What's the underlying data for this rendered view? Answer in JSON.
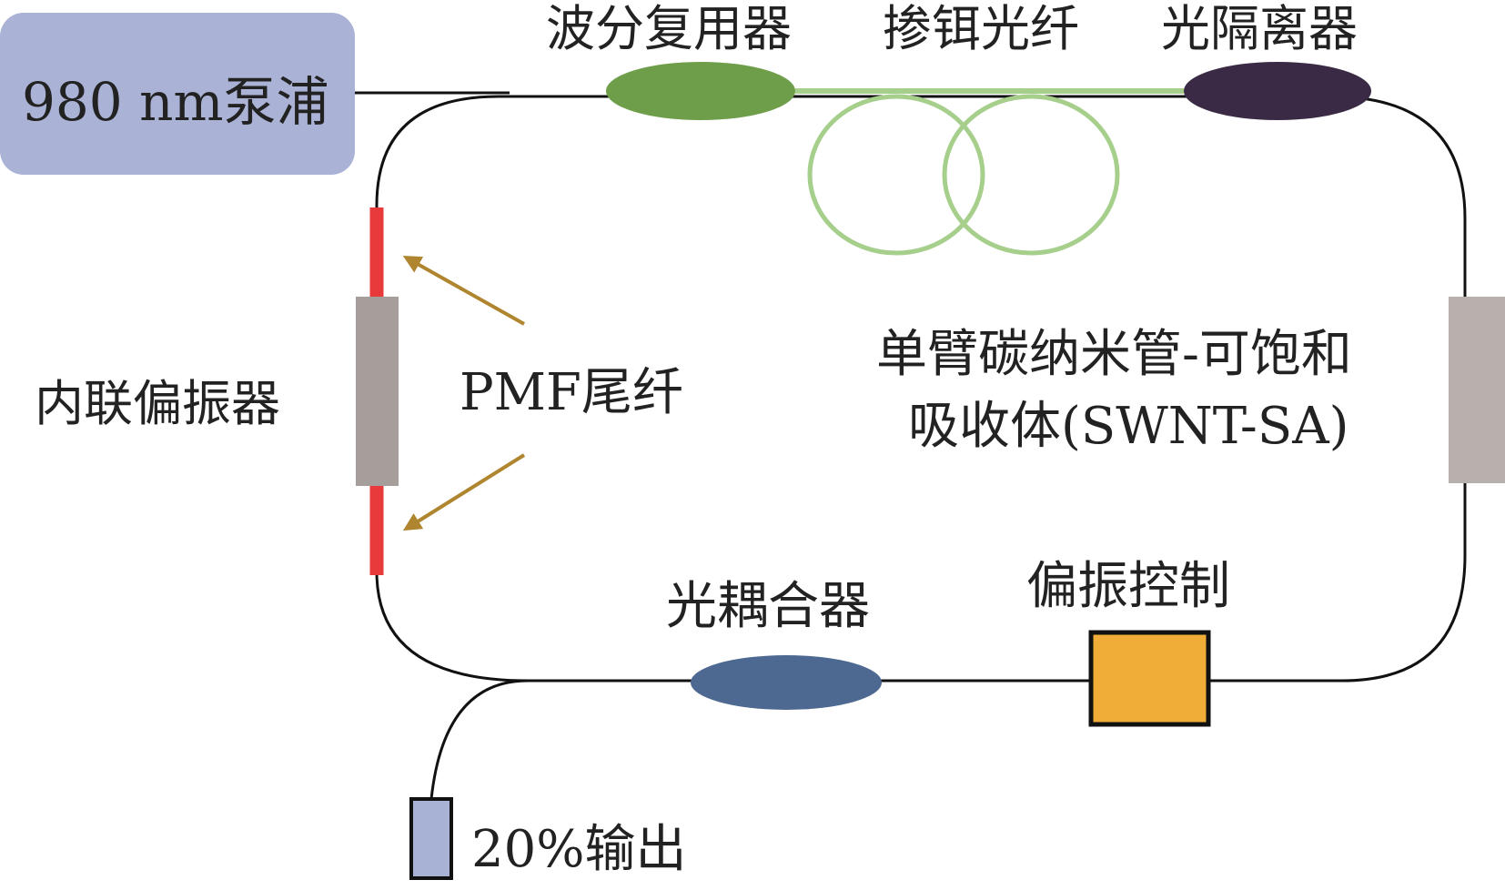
{
  "labels": {
    "pump": "980 nm泵浦",
    "wdm": "波分复用器",
    "edf": "掺铒光纤",
    "isolator": "光隔离器",
    "inline_polarizer": "内联偏振器",
    "pmf_pigtail": "PMF尾纤",
    "swnt_sa_line1": "单臂碳纳米管-可饱和",
    "swnt_sa_line2": "吸收体(SWNT-SA)",
    "coupler": "光耦合器",
    "polarization_control": "偏振控制",
    "output": "20%输出"
  },
  "colors": {
    "pump_box": "#aab2d6",
    "wdm": "#6f9e4b",
    "erbium_fiber": "#a6cf8c",
    "isolator": "#3a2a45",
    "pmf_fiber": "#e83a3a",
    "polarizer_body": "#a69e9a",
    "saturable_absorber": "#b8b0ac",
    "coupler": "#4d6891",
    "polarization_controller": "#f0ad38",
    "output_port": "#a8b2d4",
    "arrow": "#b0852f",
    "fiber": "#111111"
  },
  "icons": {
    "pmf_arrows": "arrow-icon"
  }
}
